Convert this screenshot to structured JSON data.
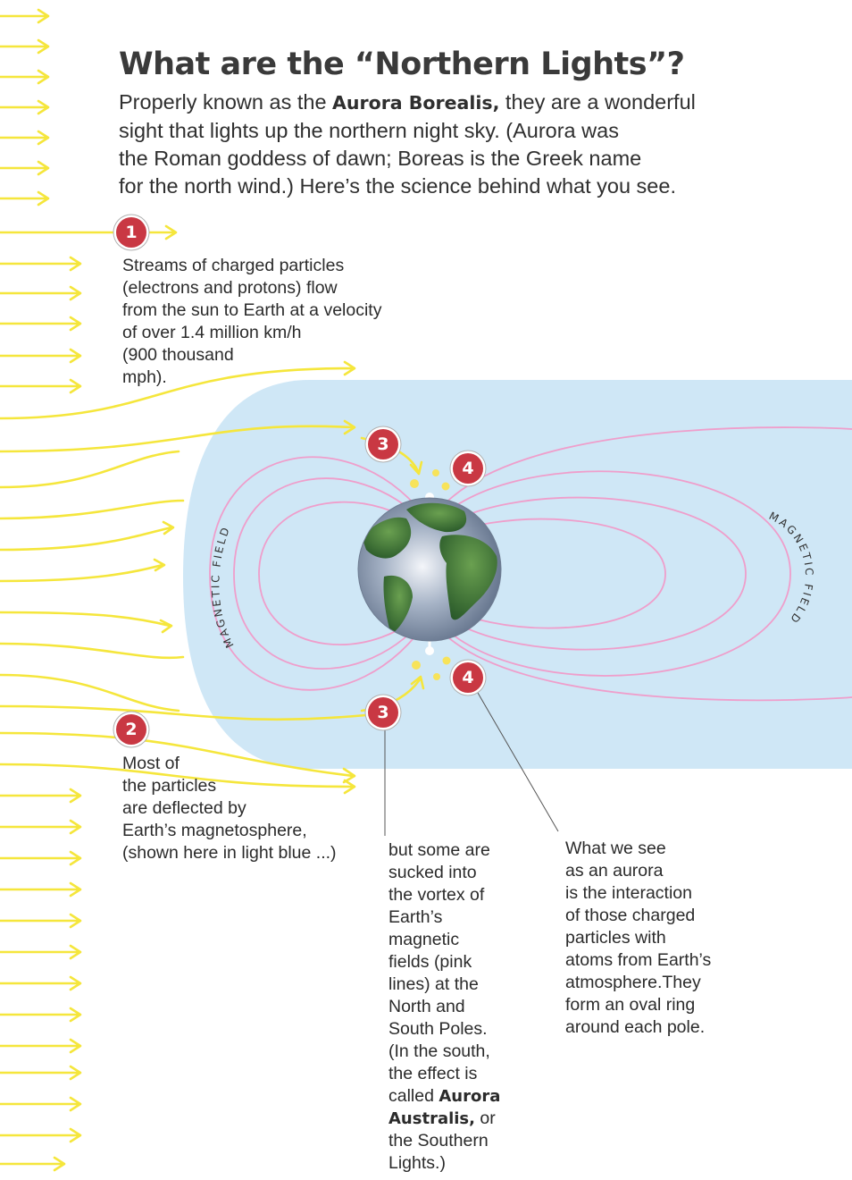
{
  "title": "What are the “Northern Lights”?",
  "intro": {
    "lead": "Properly known as the",
    "bold": "Aurora Borealis,",
    "line1_rest": "they are a wonderful",
    "line2": "sight that lights up the northern night sky. (Aurora was",
    "line3": "the Roman goddess of dawn; Boreas is the Greek name",
    "line4": "for the north wind.) Here’s the science behind what you see."
  },
  "steps": [
    {
      "number": "1",
      "lines": [
        "Streams of charged particles",
        "(electrons and protons) flow",
        "from the sun to Earth at a velocity",
        "of over 1.4 million km/h",
        "(900 thousand",
        "mph)."
      ]
    },
    {
      "number": "2",
      "lines": [
        "Most of",
        "the particles",
        "are deflected by",
        "Earth’s magnetosphere,",
        "(shown here in light blue ...)"
      ]
    },
    {
      "number": "3",
      "lines": [
        "but some are",
        "sucked into",
        "the vortex of",
        "Earth’s",
        "magnetic",
        "fields (pink",
        "lines) at the",
        "North and",
        "South Poles.",
        "(In the south,",
        "the effect is"
      ],
      "bold_line_lead": "called",
      "bold": "Aurora",
      "bold_2": "Australis,",
      "after_bold": "or",
      "end_lines": [
        "the Southern",
        "Lights.)"
      ]
    },
    {
      "number": "4",
      "lines": [
        "What we see",
        "as an aurora",
        "is the interaction",
        "of those charged",
        "particles with",
        "atoms from Earth’s",
        "atmosphere.They",
        "form an oval ring",
        "around each pole."
      ]
    }
  ],
  "labels": {
    "magnetic_field_left": "MAGNETIC FIELD",
    "magnetic_field_right": "MAGNETIC FIELD"
  },
  "colors": {
    "particles": "#f5e63c",
    "magnetosphere": "#cfe7f6",
    "field_lines": "#ef9ecb",
    "badge": "#c93843",
    "ocean": "#7d8ea6",
    "land": "#3e7b3a",
    "aurora": "#f7e35a"
  }
}
